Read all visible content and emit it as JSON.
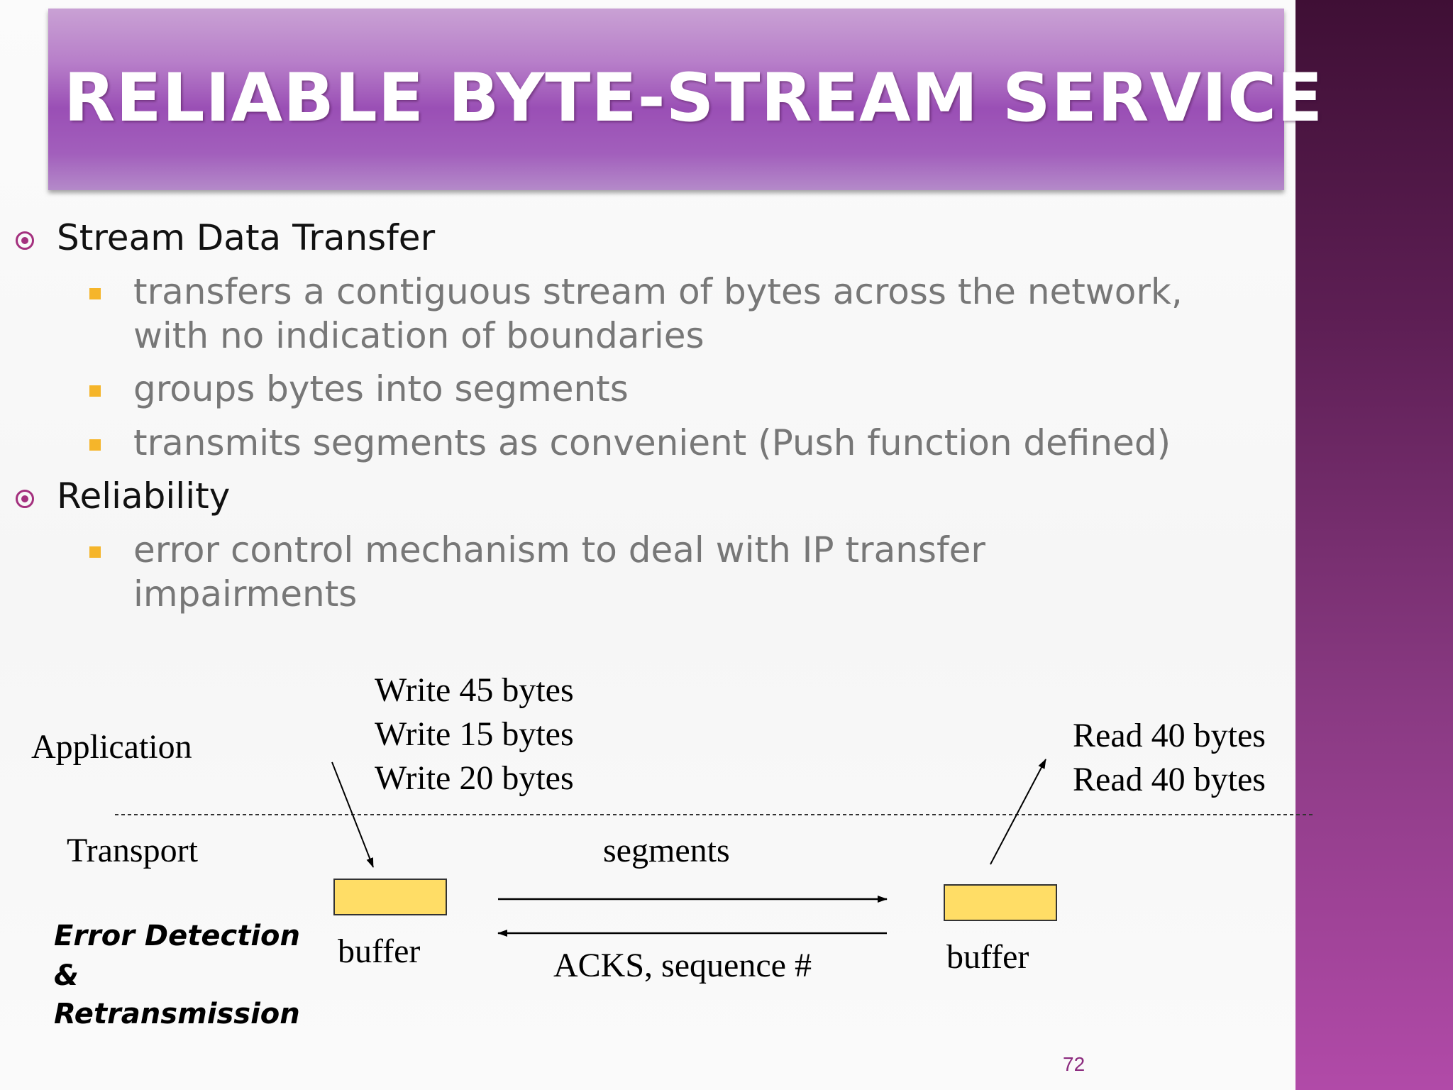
{
  "title": "RELIABLE BYTE-STREAM SERVICE",
  "bullets": [
    {
      "text": "Stream Data Transfer",
      "sub": [
        {
          "lines": [
            "transfers a contiguous stream of bytes across the network,",
            "with no indication of boundaries"
          ]
        },
        {
          "lines": [
            "groups bytes into segments"
          ]
        },
        {
          "lines": [
            "transmits segments as convenient (Push function defined)"
          ]
        }
      ]
    },
    {
      "text": "Reliability",
      "sub": [
        {
          "lines": [
            "error control mechanism to deal with IP transfer",
            "impairments"
          ]
        }
      ]
    }
  ],
  "diagram": {
    "application_label": "Application",
    "transport_label": "Transport",
    "error_label_lines": [
      "Error Detection",
      "&",
      "Retransmission"
    ],
    "writes": [
      "Write 45 bytes",
      "Write 15 bytes",
      "Write 20 bytes"
    ],
    "reads": [
      "Read 40 bytes",
      "Read 40 bytes"
    ],
    "segments_label": "segments",
    "acks_label": "ACKS, sequence #",
    "left_buffer_label": "buffer",
    "right_buffer_label": "buffer"
  },
  "page_number": "72",
  "colors": {
    "title_bar": "#a25fbc",
    "bullet_circle": "#a4307e",
    "bullet_square": "#f5b52a",
    "buffer_fill": "#ffdd66",
    "side_band": "#8a3a83"
  }
}
